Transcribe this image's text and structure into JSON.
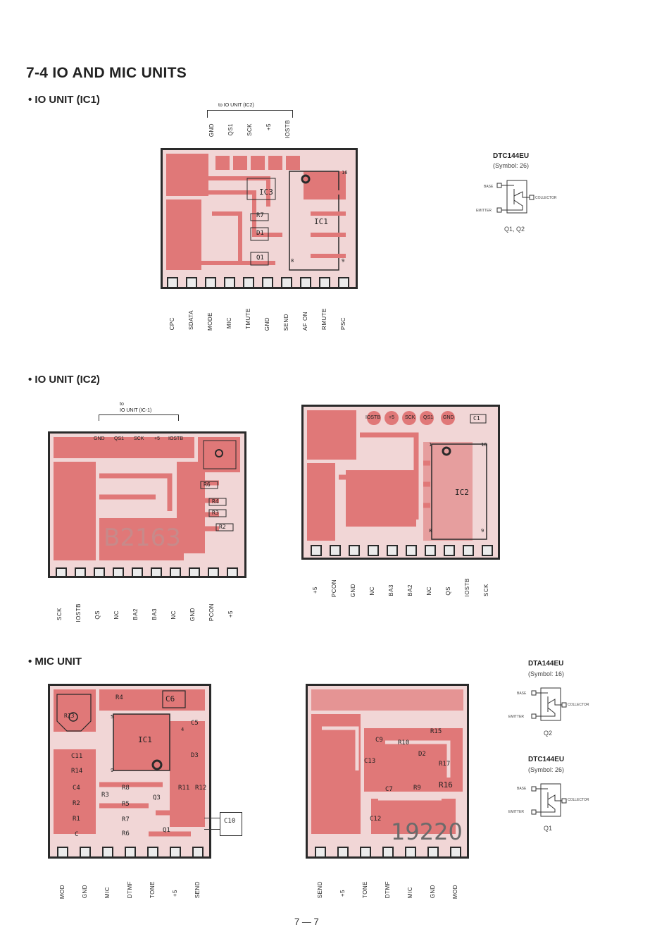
{
  "page_title": "7-4 IO AND MIC UNITS",
  "page_number": "7 — 7",
  "colors": {
    "copper": "#e07878",
    "board": "#f1d6d6",
    "outline": "#2a2a2a"
  },
  "io_ic1": {
    "heading": "• IO UNIT (IC1)",
    "bracket_label": "to IO UNIT (IC2)",
    "top_pins": [
      "GND",
      "QS1",
      "SCK",
      "+5",
      "IOSTB"
    ],
    "bottom_pins": [
      "CPC",
      "SDATA",
      "MODE",
      "MIC",
      "TMUTE",
      "GND",
      "SEND",
      "AF ON",
      "RMUTE",
      "PSC"
    ],
    "components": [
      "IC3",
      "R7",
      "D1",
      "Q1",
      "IC1"
    ],
    "pin_nums": [
      "16",
      "8",
      "9"
    ]
  },
  "transistor_a": {
    "part": "DTC144EU",
    "symbol": "(Symbol: 26)",
    "base": "BASE",
    "collector": "COLLECTOR",
    "emitter": "EMITTER",
    "refs": "Q1, Q2"
  },
  "io_ic2": {
    "heading": "• IO UNIT (IC2)",
    "bracket_label_line1": "to",
    "bracket_label_line2": "IO UNIT (IC-1)",
    "top_pins": [
      "GND",
      "QS1",
      "SCK",
      "+5",
      "IOSTB"
    ],
    "bottom_pins_left": [
      "SCK",
      "IOSTB",
      "QS",
      "NC",
      "BA2",
      "BA3",
      "NC",
      "GND",
      "PCON",
      "+5"
    ],
    "bottom_pins_right": [
      "+5",
      "PCON",
      "GND",
      "NC",
      "BA3",
      "BA2",
      "NC",
      "QS",
      "IOSTB",
      "SCK"
    ],
    "board_marking": "B2163",
    "left_components": [
      "R6",
      "R4",
      "R3",
      "R2"
    ],
    "right_pad_labels": [
      "IOSTB",
      "+5",
      "SCK",
      "QS1",
      "GND"
    ],
    "right_components": [
      "C1",
      "IC2"
    ],
    "pin_nums": [
      "1",
      "16",
      "8",
      "9"
    ]
  },
  "mic": {
    "heading": "• MIC UNIT",
    "bottom_pins_left": [
      "MOD",
      "GND",
      "MIC",
      "DTMF",
      "TONE",
      "+5",
      "SEND"
    ],
    "bottom_pins_right": [
      "SEND",
      "+5",
      "TONE",
      "DTMF",
      "MIC",
      "GND",
      "MOD"
    ],
    "left_components": [
      "R4",
      "C6",
      "IC1",
      "C5",
      "C11",
      "R14",
      "C4",
      "R2",
      "R1",
      "C",
      "R3",
      "R8",
      "R5",
      "R7",
      "R6",
      "Q3",
      "R11",
      "R12",
      "Q1",
      "D3",
      "C10",
      "R13"
    ],
    "pin_nums": [
      "5",
      "4",
      "9"
    ],
    "right_components": [
      "C9",
      "R10",
      "R15",
      "C13",
      "D2",
      "R17",
      "C7",
      "R9",
      "R16",
      "C12"
    ],
    "board_marking": "19220"
  },
  "transistor_b": {
    "part": "DTA144EU",
    "symbol": "(Symbol: 16)",
    "base": "BASE",
    "collector": "COLLECTOR",
    "emitter": "EMITTER",
    "refs": "Q2"
  },
  "transistor_c": {
    "part": "DTC144EU",
    "symbol": "(Symbol: 26)",
    "base": "BASE",
    "collector": "COLLECTOR",
    "emitter": "EMITTER",
    "refs": "Q1"
  }
}
